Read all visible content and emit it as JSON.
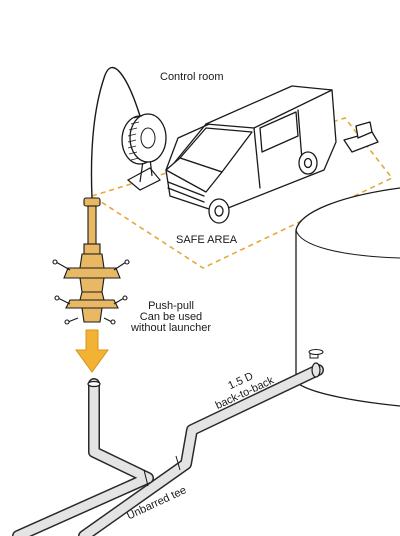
{
  "labels": {
    "control_room": "Control room",
    "safe_area": "SAFE AREA",
    "push_pull_line1": "Push-pull",
    "push_pull_line2": "Can be used",
    "push_pull_line3": "without launcher",
    "bend_line1": "1.5 D",
    "bend_line2": "back-to-back",
    "tee": "Unbarred tee"
  },
  "colors": {
    "tool": "#e8b865",
    "arrow": "#f2b233",
    "safe_area_border": "#e5a83a",
    "pipe": "#e4e4e4",
    "outline": "#1a1a1a"
  }
}
